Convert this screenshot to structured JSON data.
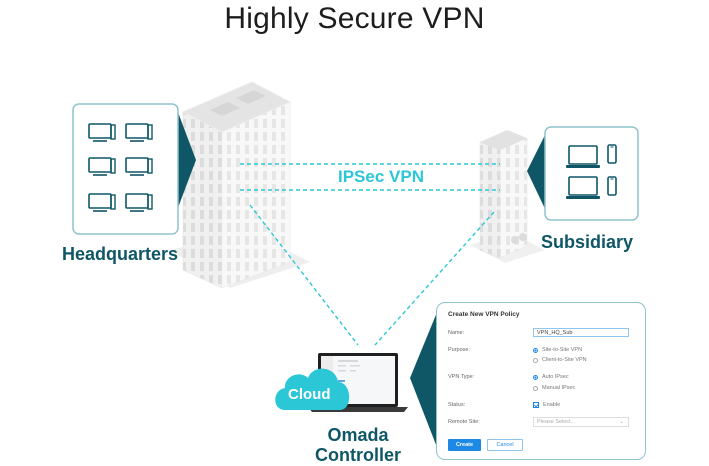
{
  "title": "Highly Secure VPN",
  "colors": {
    "teal_dark": "#0f5766",
    "cyan_accent": "#2cc7d6",
    "dialog_border": "#8fc4cc",
    "button_blue": "#1e88e5"
  },
  "sites": {
    "headquarters": {
      "label": "Headquarters",
      "devices": [
        "desktop-icon",
        "desktop-icon",
        "desktop-icon",
        "desktop-icon",
        "desktop-icon",
        "desktop-icon"
      ]
    },
    "subsidiary": {
      "label": "Subsidiary",
      "devices": [
        "laptop-icon",
        "phone-icon",
        "laptop-icon",
        "phone-icon"
      ]
    }
  },
  "connection": {
    "label": "IPSec VPN"
  },
  "controller": {
    "cloud_label": "Cloud",
    "label_line1": "Omada",
    "label_line2": "Controller"
  },
  "dialog": {
    "title": "Create New VPN Policy",
    "fields": {
      "name_label": "Name:",
      "name_value": "VPN_HQ_Sub",
      "purpose_label": "Purpose:",
      "purpose_options": [
        "Site-to-Site VPN",
        "Client-to-Site VPN"
      ],
      "purpose_selected": "Site-to-Site VPN",
      "vpn_type_label": "VPN Type:",
      "vpn_type_options": [
        "Auto IPsec",
        "Manual IPsec"
      ],
      "vpn_type_selected": "Auto IPsec",
      "status_label": "Status:",
      "status_checkbox": "Enable",
      "status_checked": true,
      "remote_site_label": "Remote Site:",
      "remote_site_placeholder": "Please Select..."
    },
    "create_button": "Create",
    "cancel_button": "Cancel"
  }
}
